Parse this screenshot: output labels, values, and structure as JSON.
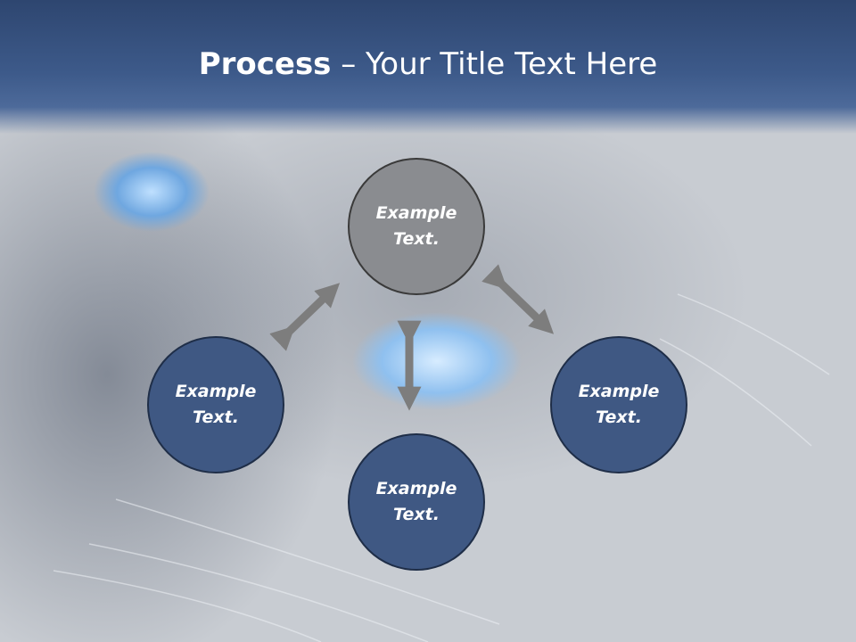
{
  "title": {
    "bold": "Process",
    "rest": " – Your Title Text Here"
  },
  "nodes": {
    "top": "Example Text.",
    "left": "Example Text.",
    "right": "Example Text.",
    "bottom": "Example Text."
  },
  "colors": {
    "header": "#3d5a8a",
    "top_node": "#8a8c90",
    "blue_node": "#3f5883",
    "arrow": "#7d7d7d"
  }
}
